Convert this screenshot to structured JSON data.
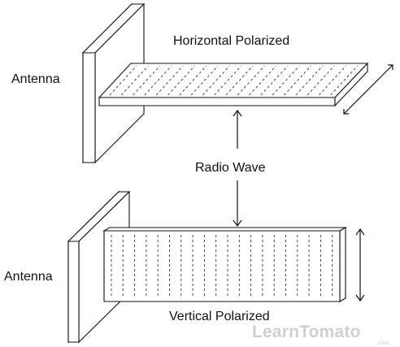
{
  "diagram": {
    "labels": {
      "antenna_top": "Antenna",
      "antenna_bottom": "Antenna",
      "horizontal": "Horizontal Polarized",
      "radio_wave": "Radio Wave",
      "vertical": "Vertical Polarized"
    },
    "watermark": {
      "brand": "LearnTomato",
      "suffix": ".com"
    },
    "colors": {
      "line": "#111111",
      "background": "#ffffff",
      "watermark": "#cfcfcf"
    }
  }
}
